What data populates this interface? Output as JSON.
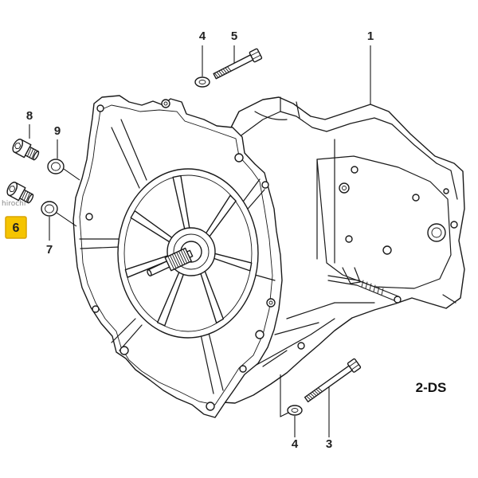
{
  "diagram": {
    "callouts": [
      "4",
      "5",
      "1",
      "8",
      "9",
      "6",
      "7",
      "4",
      "3"
    ],
    "assembly_code": "2-DS",
    "highlight_color": "#F5C400",
    "watermark": "hirochi"
  }
}
